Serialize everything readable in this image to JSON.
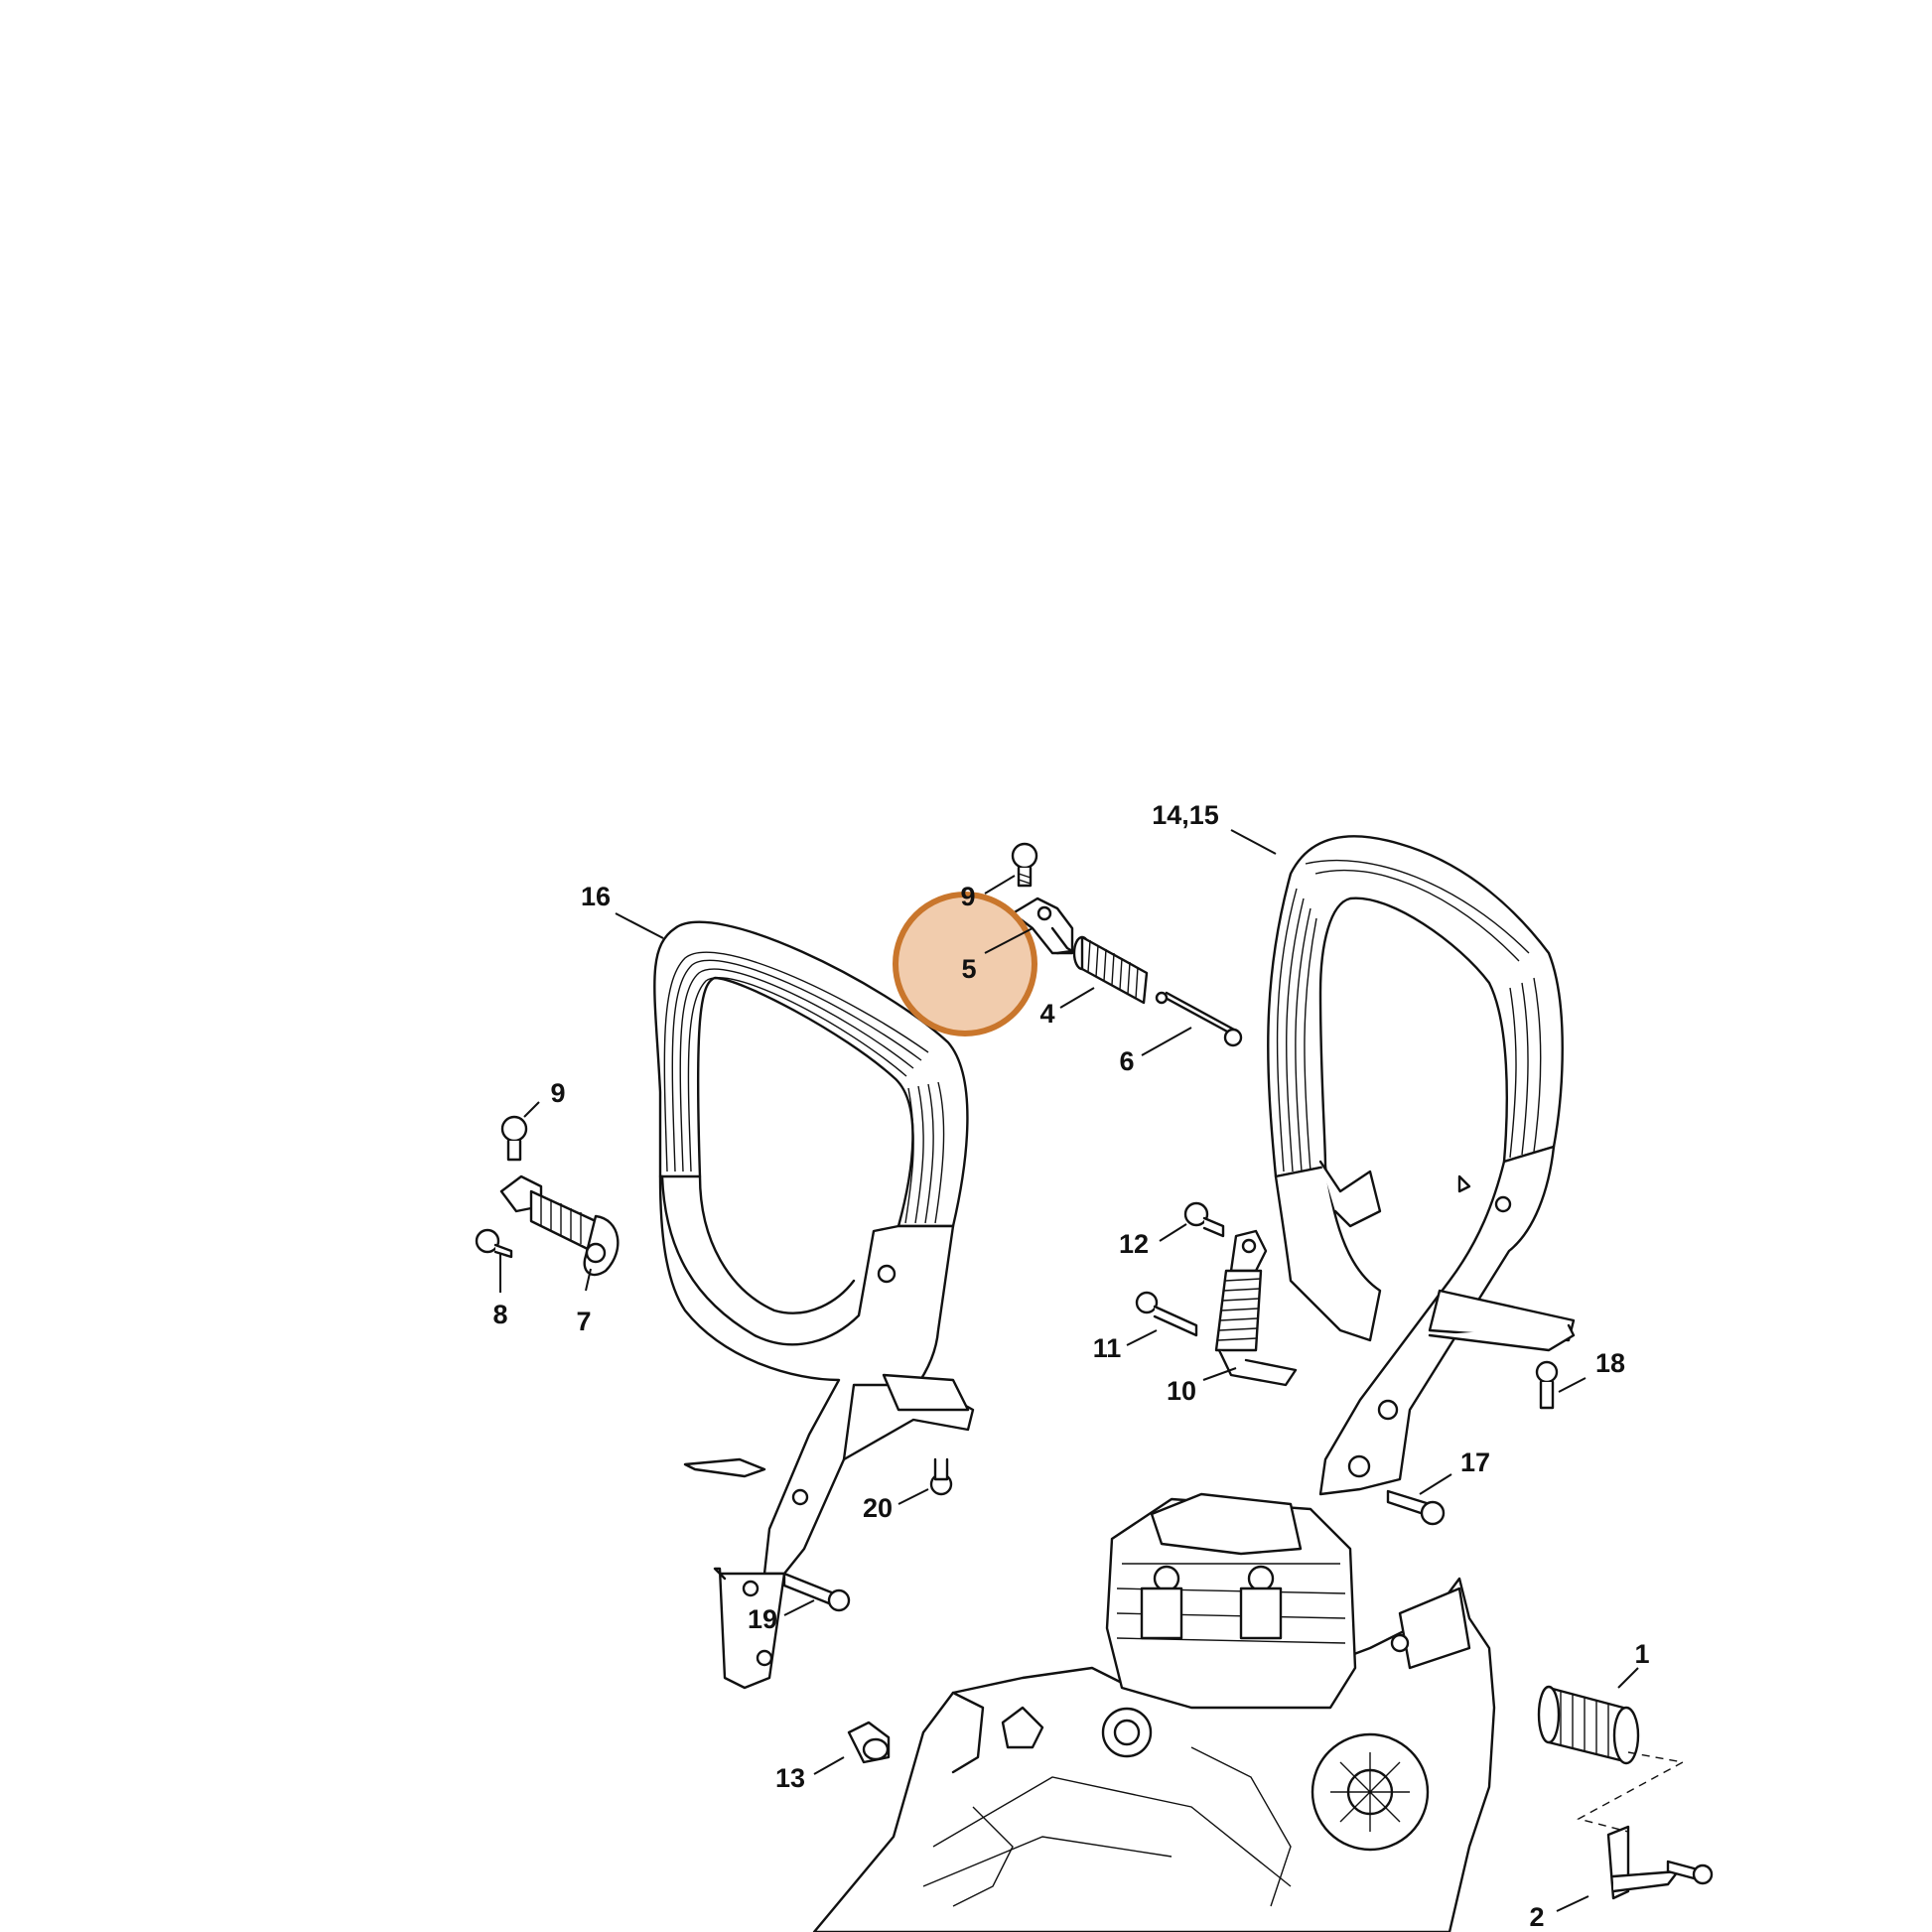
{
  "diagram": {
    "highlight": {
      "label_ref": "5",
      "color": "#d98a45"
    },
    "callouts": [
      {
        "id": "c16",
        "text": "16"
      },
      {
        "id": "c1415",
        "text": "14,15"
      },
      {
        "id": "c9a",
        "text": "9"
      },
      {
        "id": "c5",
        "text": "5"
      },
      {
        "id": "c4",
        "text": "4"
      },
      {
        "id": "c6",
        "text": "6"
      },
      {
        "id": "c9b",
        "text": "9"
      },
      {
        "id": "c8",
        "text": "8"
      },
      {
        "id": "c7",
        "text": "7"
      },
      {
        "id": "c12",
        "text": "12"
      },
      {
        "id": "c11",
        "text": "11"
      },
      {
        "id": "c10",
        "text": "10"
      },
      {
        "id": "c18",
        "text": "18"
      },
      {
        "id": "c17",
        "text": "17"
      },
      {
        "id": "c20",
        "text": "20"
      },
      {
        "id": "c19",
        "text": "19"
      },
      {
        "id": "c1",
        "text": "1"
      },
      {
        "id": "c13",
        "text": "13"
      },
      {
        "id": "c2",
        "text": "2"
      }
    ]
  }
}
